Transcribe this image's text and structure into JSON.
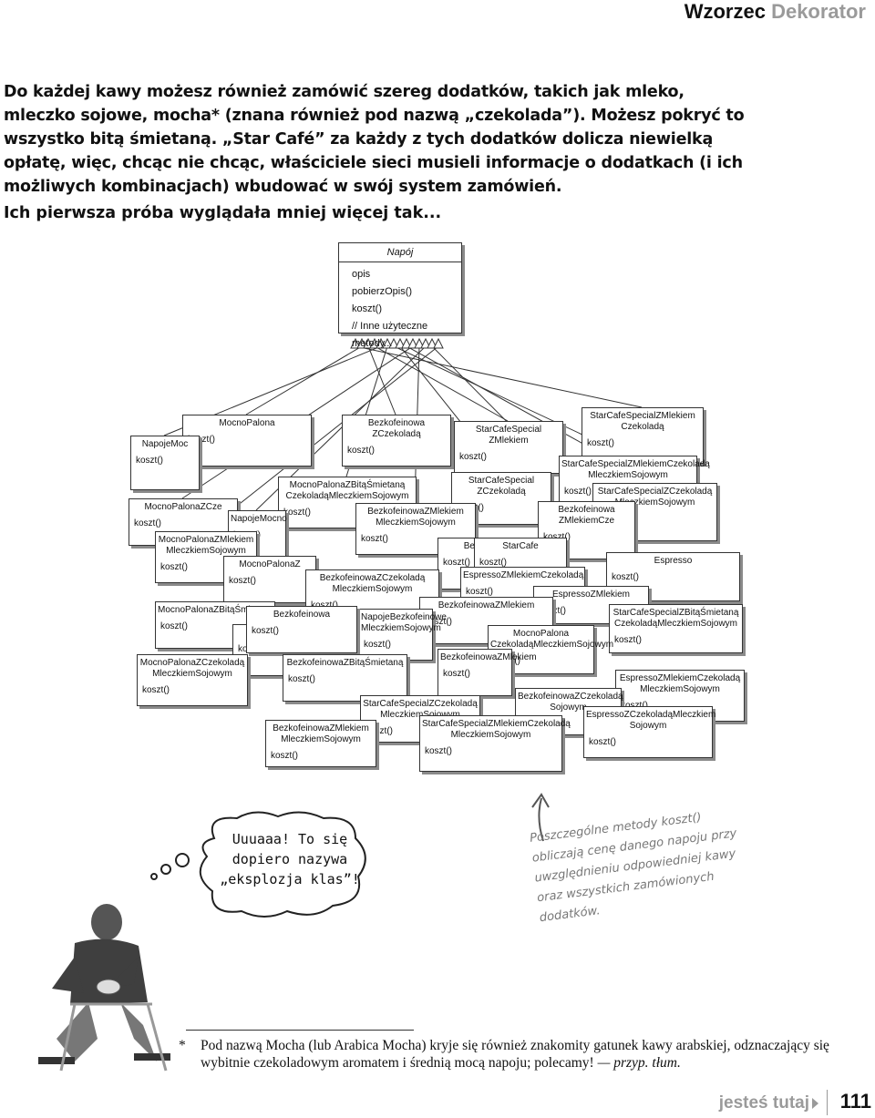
{
  "header": {
    "part1": "Wzorzec",
    "part2": "Dekorator"
  },
  "intro": {
    "paragraph": "Do każdej kawy możesz również zamówić szereg dodatków, takich jak mleko, mleczko sojowe, mocha* (znana również pod nazwą „czekolada”). Możesz pokryć to wszystko bitą śmietaną. „Star Café” za każdy z tych dodatków dolicza niewielką opłatę, więc, chcąc nie chcąc, właściciele sieci musieli informacje o dodatkach (i ich możliwych kombinacjach) wbudować w swój system zamówień.",
    "lead": "Ich pierwsza próba wyglądała mniej więcej tak..."
  },
  "diagram": {
    "base": {
      "name": "Napój",
      "attr": "opis",
      "methods": [
        "pobierzOpis()",
        "koszt()",
        "// Inne użyteczne metody..."
      ]
    },
    "method": "koszt()",
    "classes": [
      {
        "name": "StarCafeSpecialZMlekiem Czekoladą"
      },
      {
        "name": "MocnoPalona"
      },
      {
        "name": "Bezkofeinowa ZCzekoladą"
      },
      {
        "name": "StarCafeSpecial ZMlekiem"
      },
      {
        "name": "NapojeMoc"
      },
      {
        "name": "MocnoPalonaZBitąŚmietaną CzekoladąMleczkiemSojowym"
      },
      {
        "name": "StarCafeSpecialZMlekiemCzekoladą MleczkiemSojowym"
      },
      {
        "name": "StarCafeSpecial ZCzekoladą"
      },
      {
        "name": "StarCafeSpecialZCzekoladą MleczkiemSojowym"
      },
      {
        "name": "MocnoPalonaZCze"
      },
      {
        "name": "BezkofeinowaZMlekiem MleczkiemSojowym"
      },
      {
        "name": "NapojeMocno"
      },
      {
        "name": "Bezkofeinowa ZMlekiemCze"
      },
      {
        "name": "MocnoPalonaZMlekiem MleczkiemSojowym"
      },
      {
        "name": "Bezkofeino"
      },
      {
        "name": "StarCafe"
      },
      {
        "name": "Espresso"
      },
      {
        "name": "MocnoPalonaZ"
      },
      {
        "name": "BezkofeinowaZCzekoladą MleczkiemSojowym"
      },
      {
        "name": "EspressoZMlekiemCzekoladą"
      },
      {
        "name": "EspressoZMlekiem"
      },
      {
        "name": "MocnoPalonaZBitąŚmietaną"
      },
      {
        "name": "BezkofeinowaZMlekiem"
      },
      {
        "name": "NapojeBezkofeinowe MleczkiemSojowym"
      },
      {
        "name": "StarCafeSpecialZBitąŚmietaną CzekoladąMleczkiemSojowym"
      },
      {
        "name": "Bez"
      },
      {
        "name": "MocnoPalona CzekoladąMleczkiemSojowym"
      },
      {
        "name": "Bezkofeinowa"
      },
      {
        "name": "BezkofeinowaZMlekiem"
      },
      {
        "name": "MocnoPalonaZCzekoladą MleczkiemSojowym"
      },
      {
        "name": "BezkofeinowaZBitąŚmietaną"
      },
      {
        "name": "EspressoZMlekiemCzekoladą MleczkiemSojowym"
      },
      {
        "name": "BezkofeinowaZCzekoladą Sojowym"
      },
      {
        "name": "StarCafeSpecialZCzekoladą MleczkiemSojowym"
      },
      {
        "name": "EspressoZCzekoladąMleczkiem Sojowym"
      },
      {
        "name": "StarCafeSpecialZMlekiemCzekoladą MleczkiemSojowym"
      },
      {
        "name": "BezkofeinowaZMlekiem MleczkiemSojowym"
      }
    ]
  },
  "thought": {
    "text": "Uuuaaa! To się dopiero nazywa „eksplozja klas”!"
  },
  "annotation": {
    "text": "Poszczególne metody koszt() obliczają cenę danego napoju przy uwzględnieniu odpowiedniej kawy oraz wszystkich zamówionych dodatków."
  },
  "footnote": {
    "star": "*",
    "text": "Pod nazwą Mocha (lub Arabica Mocha) kryje się również znakomity gatunek kawy arabskiej, odznaczający się wybitnie czekoladowym aromatem i średnią mocą napoju; polecamy!",
    "credit": "— przyp. tłum."
  },
  "footer": {
    "label": "jesteś tutaj",
    "page": "111"
  }
}
